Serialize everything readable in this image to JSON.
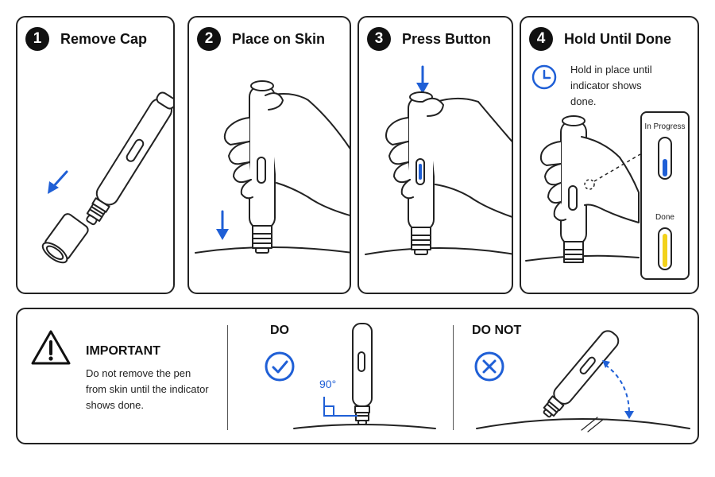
{
  "colors": {
    "accent_blue": "#1f5fd6",
    "indicator_yellow": "#f2d21b",
    "outline": "#222222"
  },
  "steps": [
    {
      "number": "1",
      "title": "Remove Cap"
    },
    {
      "number": "2",
      "title": "Place on Skin"
    },
    {
      "number": "3",
      "title": "Press Button"
    },
    {
      "number": "4",
      "title": "Hold Until Done"
    }
  ],
  "step4": {
    "note": "Hold in place until indicator shows done.",
    "icon": "clock-icon",
    "status_in_progress": "In Progress",
    "status_done": "Done"
  },
  "important": {
    "icon": "warning-icon",
    "title": "IMPORTANT",
    "text": "Do not remove the pen from skin until the indicator shows done."
  },
  "do": {
    "label": "DO",
    "icon": "check-circle-icon",
    "angle": "90°"
  },
  "do_not": {
    "label": "DO NOT",
    "icon": "x-circle-icon"
  }
}
